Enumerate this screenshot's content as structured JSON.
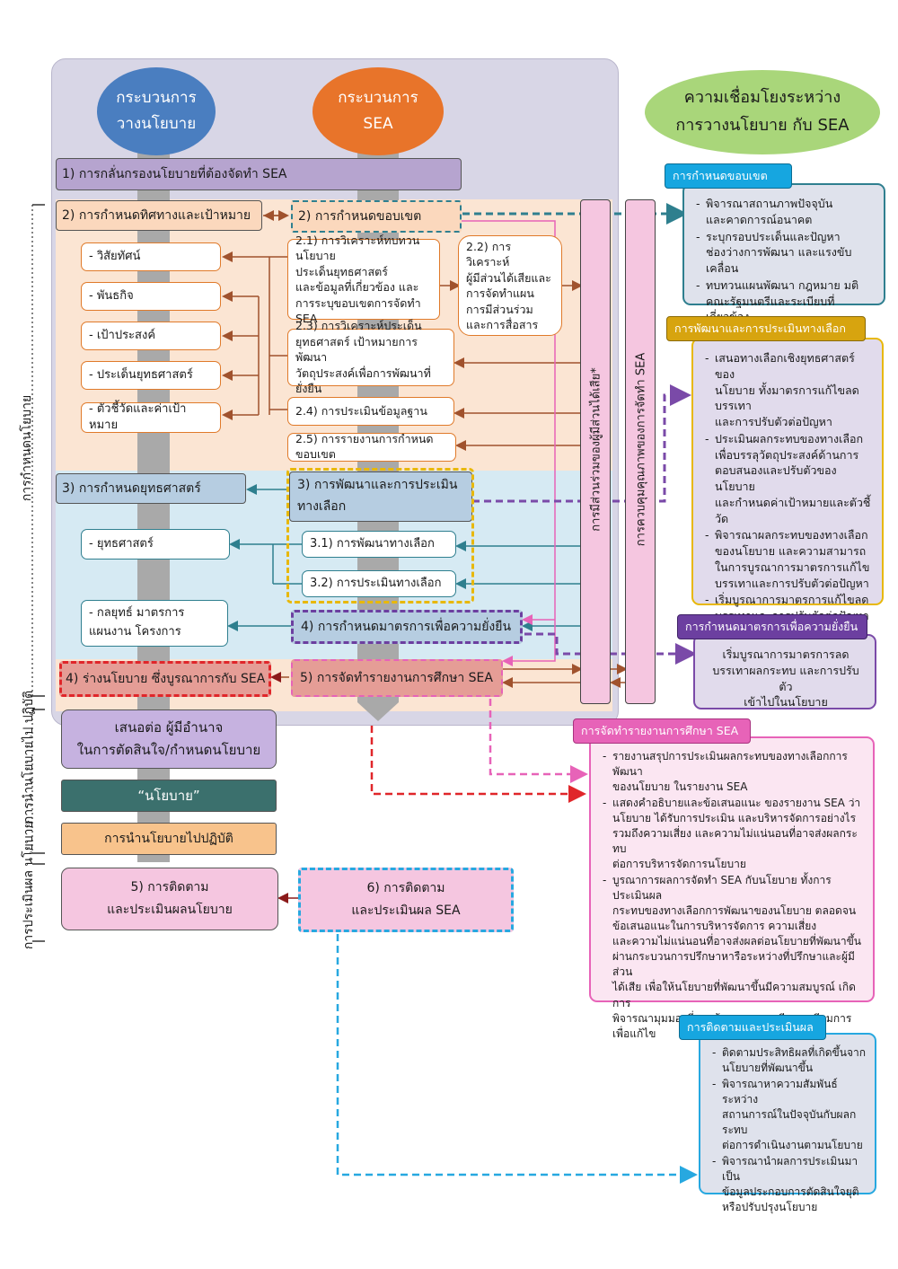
{
  "headers": {
    "policy": "กระบวนการ\nวางนโยบาย",
    "sea": "กระบวนการ\nSEA",
    "link": "ความเชื่อมโยงระหว่าง\nการวางนโยบาย กับ SEA"
  },
  "side_labels": {
    "policy_setting": "การกำหนดนโยบาย",
    "implementation": "การนำนโยบายไป\nปฏิบัติ",
    "evaluation": "การประเมินผล\nนโยบาย"
  },
  "steps": {
    "s1": "1) การกลั่นกรองนโยบายที่ต้องจัดทำ SEA",
    "s2_policy": "2) การกำหนดทิศทางและเป้าหมาย",
    "s2_sea": "2) การกำหนดขอบเขต",
    "vision": "- วิสัยทัศน์",
    "mission": "- พันธกิจ",
    "objective": "- เป้าประสงค์",
    "strategic_issue": "- ประเด็นยุทธศาสตร์",
    "indicators": "- ตัวชี้วัดและค่าเป้าหมาย",
    "s2_1": "2.1) การวิเคราะห์ทบทวนนโยบาย\nประเด็นยุทธศาสตร์\nและข้อมูลที่เกี่ยวข้อง และ\nการระบุขอบเขตการจัดทำ SEA",
    "s2_2": "2.2) การวิเคราะห์\nผู้มีส่วนได้เสียและ\nการจัดทำแผน\nการมีส่วนร่วม\nและการสื่อสาร",
    "s2_3": "2.3) การวิเคราะห์ประเด็น\nยุทธศาสตร์ เป้าหมายการพัฒนา\nวัตถุประสงค์เพื่อการพัฒนาที่ยั่งยืน",
    "s2_4": "2.4) การประเมินข้อมูลฐาน",
    "s2_5": "2.5) การรายงานการกำหนดขอบเขต",
    "s3_policy": "3) การกำหนดยุทธศาสตร์",
    "s3_sea": "3) การพัฒนาและการประเมิน\nทางเลือก",
    "strategy": "- ยุทธศาสตร์",
    "s3_1": "3.1) การพัฒนาทางเลือก",
    "s3_2": "3.2) การประเมินทางเลือก",
    "tactics": "- กลยุทธ์ มาตรการ\n  แผนงาน โครงการ",
    "s4_sea": "4) การกำหนดมาตรการเพื่อความยั่งยืน",
    "s4_policy": "4) ร่างนโยบาย ซึ่งบูรณาการกับ SEA",
    "s5_sea": "5) การจัดทำรายงานการศึกษา SEA",
    "propose": "เสนอต่อ ผู้มีอำนาจ\nในการตัดสินใจ/กำหนดนโยบาย",
    "policy": "“นโยบาย”",
    "implement": "การนำนโยบายไปปฏิบัติ",
    "s5_eval": "5) การติดตาม\nและประเมินผลนโยบาย",
    "s6_eval": "6) การติดตาม\nและประเมินผล SEA",
    "participation": "การมีส่วนร่วมของผู้มีส่วนได้เสีย*",
    "quality": "การควบคุมคุณภาพของการจัดทำ SEA"
  },
  "panels": {
    "scope": {
      "title": "การกำหนดขอบเขต",
      "items": [
        "พิจารณาสถานภาพปัจจุบัน\nและคาดการณ์อนาคต",
        "ระบุกรอบประเด็นและปัญหา\nช่องว่างการพัฒนา และแรงขับเคลื่อน",
        "ทบทวนแผนพัฒนา กฎหมาย มติ\nคณะรัฐมนตรีและระเบียบที่เกี่ยวข้อง"
      ]
    },
    "alternatives": {
      "title": "การพัฒนาและการประเมินทางเลือก",
      "items": [
        "เสนอทางเลือกเชิงยุทธศาสตร์ของ\nนโยบาย ทั้งมาตรการแก้ไขลด บรรเทา\nและการปรับตัวต่อปัญหา",
        "ประเมินผลกระทบของทางเลือก\nเพื่อบรรลุวัตถุประสงค์ด้านการ\nตอบสนองและปรับตัวของนโยบาย\nและกำหนดค่าเป้าหมายและตัวชี้วัด",
        "พิจารณาผลกระทบของทางเลือก\nของนโยบาย และความสามารถ\nในการบูรณาการมาตรการแก้ไข\nบรรเทาและการปรับตัวต่อปัญหา",
        "เริ่มบูรณาการมาตรการแก้ไขลด\nบรรเทาและการปรับตัวต่อปัญหา\nเข้าไปในนโยบาย"
      ]
    },
    "sustain": {
      "title": "การกำหนดมาตรการเพื่อความยั่งยืน",
      "text": "เริ่มบูรณาการมาตรการลด\nบรรเทาผลกระทบ และการปรับตัว\nเข้าไปในนโยบาย"
    },
    "report": {
      "title": "การจัดทำรายงานการศึกษา SEA",
      "items": [
        "รายงานสรุปการประเมินผลกระทบของทางเลือกการพัฒนา\nของนโยบาย ในรายงาน SEA",
        "แสดงคำอธิบายและข้อเสนอแนะ ของรายงาน SEA ว่า\nนโยบาย ได้รับการประเมิน และบริหารจัดการอย่างไร\nรวมถึงความเสี่ยง และความไม่แน่นอนที่อาจส่งผลกระทบ\nต่อการบริหารจัดการนโยบาย",
        "บูรณาการผลการจัดทำ SEA กับนโยบาย ทั้งการประเมินผล\nกระทบของทางเลือกการพัฒนาของนโยบาย ตลอดจน\nข้อเสนอแนะในการบริหารจัดการ ความเสี่ยง\nและความไม่แน่นอนที่อาจส่งผลต่อนโยบายที่พัฒนาขึ้น\nผ่านกระบวนการปรึกษาหารือระหว่างที่ปรึกษาและผู้มีส่วน\nได้เสีย เพื่อให้นโยบายที่พัฒนาขึ้นมีความสมบูรณ์ เกิดการ\nพิจารณามุมมองที่ครบถ้วน ตลอดจนมีการเตรียมการ\nเพื่อแก้ไข"
      ]
    },
    "monitor": {
      "title": "การติดตามและประเมินผล",
      "items": [
        "ติดตามประสิทธิผลที่เกิดขึ้นจาก\nนโยบายที่พัฒนาขึ้น",
        "พิจารณาหาความสัมพันธ์ระหว่าง\nสถานการณ์ในปัจจุบันกับผลกระทบ\nต่อการดำเนินงานตามนโยบาย",
        "พิจารณานำผลการประเมินมาเป็น\nข้อมูลประกอบการตัดสินใจยุติ\nหรือปรับปรุงนโยบาย"
      ]
    }
  },
  "colors": {
    "policy_blue": "#4a7ec0",
    "sea_orange": "#e8742a",
    "link_green": "#a9d67a",
    "arrow_orange": "#a0522d",
    "arrow_teal": "#2e7f8e",
    "pink": "#e763b8",
    "purple": "#7a4aa8",
    "red": "#e0262a",
    "cyan": "#27a8e0"
  }
}
